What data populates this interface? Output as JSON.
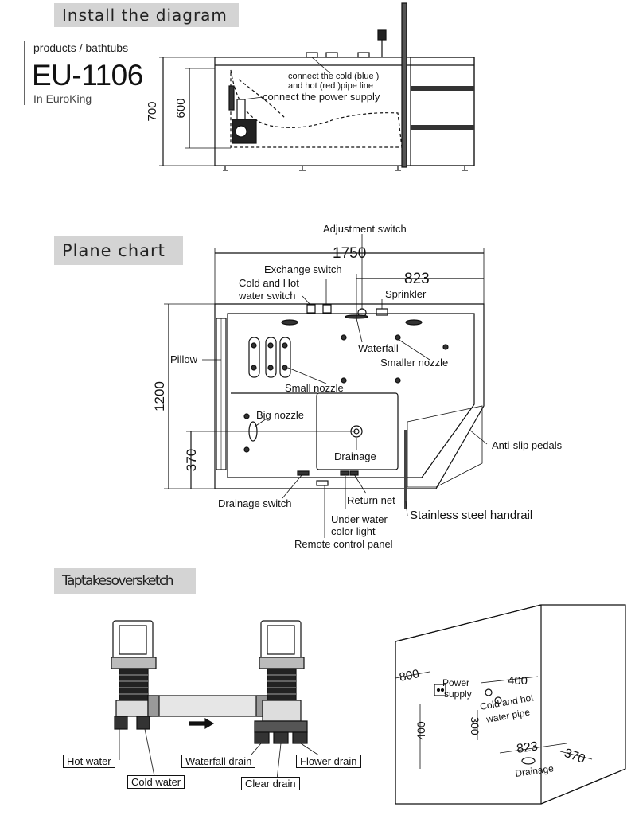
{
  "sections": {
    "install": "Install the diagram",
    "plane": "Plane chart",
    "tap": "Taptakesoversketch"
  },
  "brand": {
    "category": "products / bathtubs",
    "model": "EU-1106",
    "company": "In EuroKing"
  },
  "install": {
    "dim_700": "700",
    "dim_600": "600",
    "note_pipe_1": "connect the cold (blue )",
    "note_pipe_2": "and hot (red )pipe line",
    "note_power": "connect the power supply"
  },
  "plane": {
    "dim_1750": "1750",
    "dim_823": "823",
    "dim_1200": "1200",
    "dim_370": "370",
    "adjustment_switch": "Adjustment switch",
    "exchange_switch": "Exchange switch",
    "cold_hot_switch_1": "Cold and Hot",
    "cold_hot_switch_2": "water switch",
    "sprinkler": "Sprinkler",
    "waterfall": "Waterfall",
    "smaller_nozzle": "Smaller nozzle",
    "pillow": "Pillow",
    "small_nozzle": "Small nozzle",
    "big_nozzle": "Big nozzle",
    "drainage": "Drainage",
    "anti_slip": "Anti-slip pedals",
    "drainage_switch": "Drainage switch",
    "return_net": "Return net",
    "handrail": "Stainless steel handrail",
    "under_water_1": "Under water",
    "under_water_2": "color light",
    "remote_panel": "Remote control panel"
  },
  "tap": {
    "hot_water": "Hot water",
    "cold_water": "Cold water",
    "waterfall_drain": "Waterfall drain",
    "clear_drain": "Clear drain",
    "flower_drain": "Flower drain"
  },
  "room": {
    "dim_800": "800",
    "power_1": "Power",
    "power_2": "supply",
    "dim_400_top": "400",
    "cold_hot_1": "Cold and hot",
    "cold_hot_2": "water pipe",
    "dim_300": "300",
    "dim_400_side": "400",
    "dim_823": "823",
    "dim_370": "370",
    "drainage": "Drainage"
  }
}
